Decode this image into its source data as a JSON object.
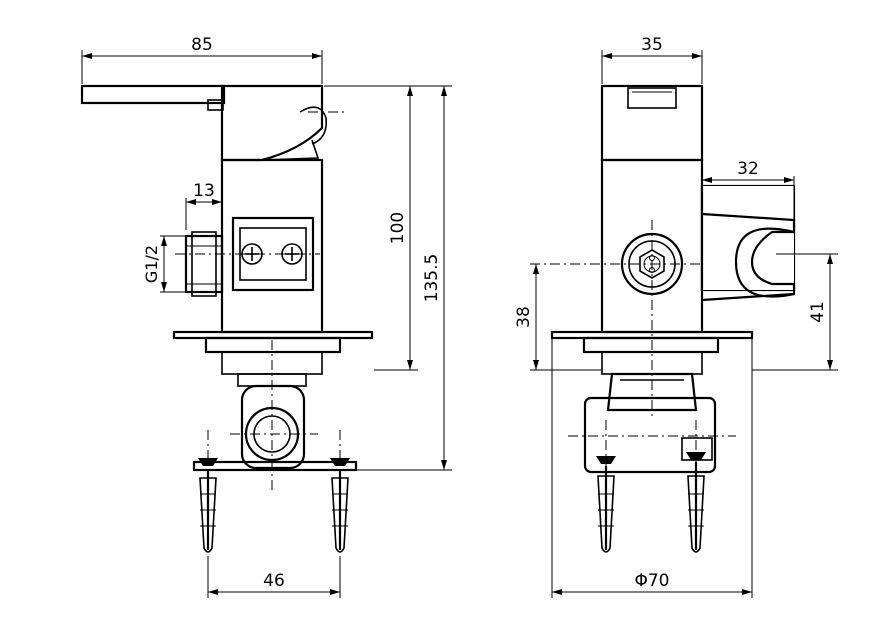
{
  "dimensions": {
    "left_width": "85",
    "left_inlet_depth": "13",
    "left_thread": "G1/2",
    "left_height_body": "100",
    "left_height_total": "135.5",
    "left_base_width": "46",
    "right_width": "35",
    "right_holder_offset": "32",
    "right_inlet_height": "38",
    "right_holder_height": "41",
    "right_flange_dia": "Φ70"
  }
}
